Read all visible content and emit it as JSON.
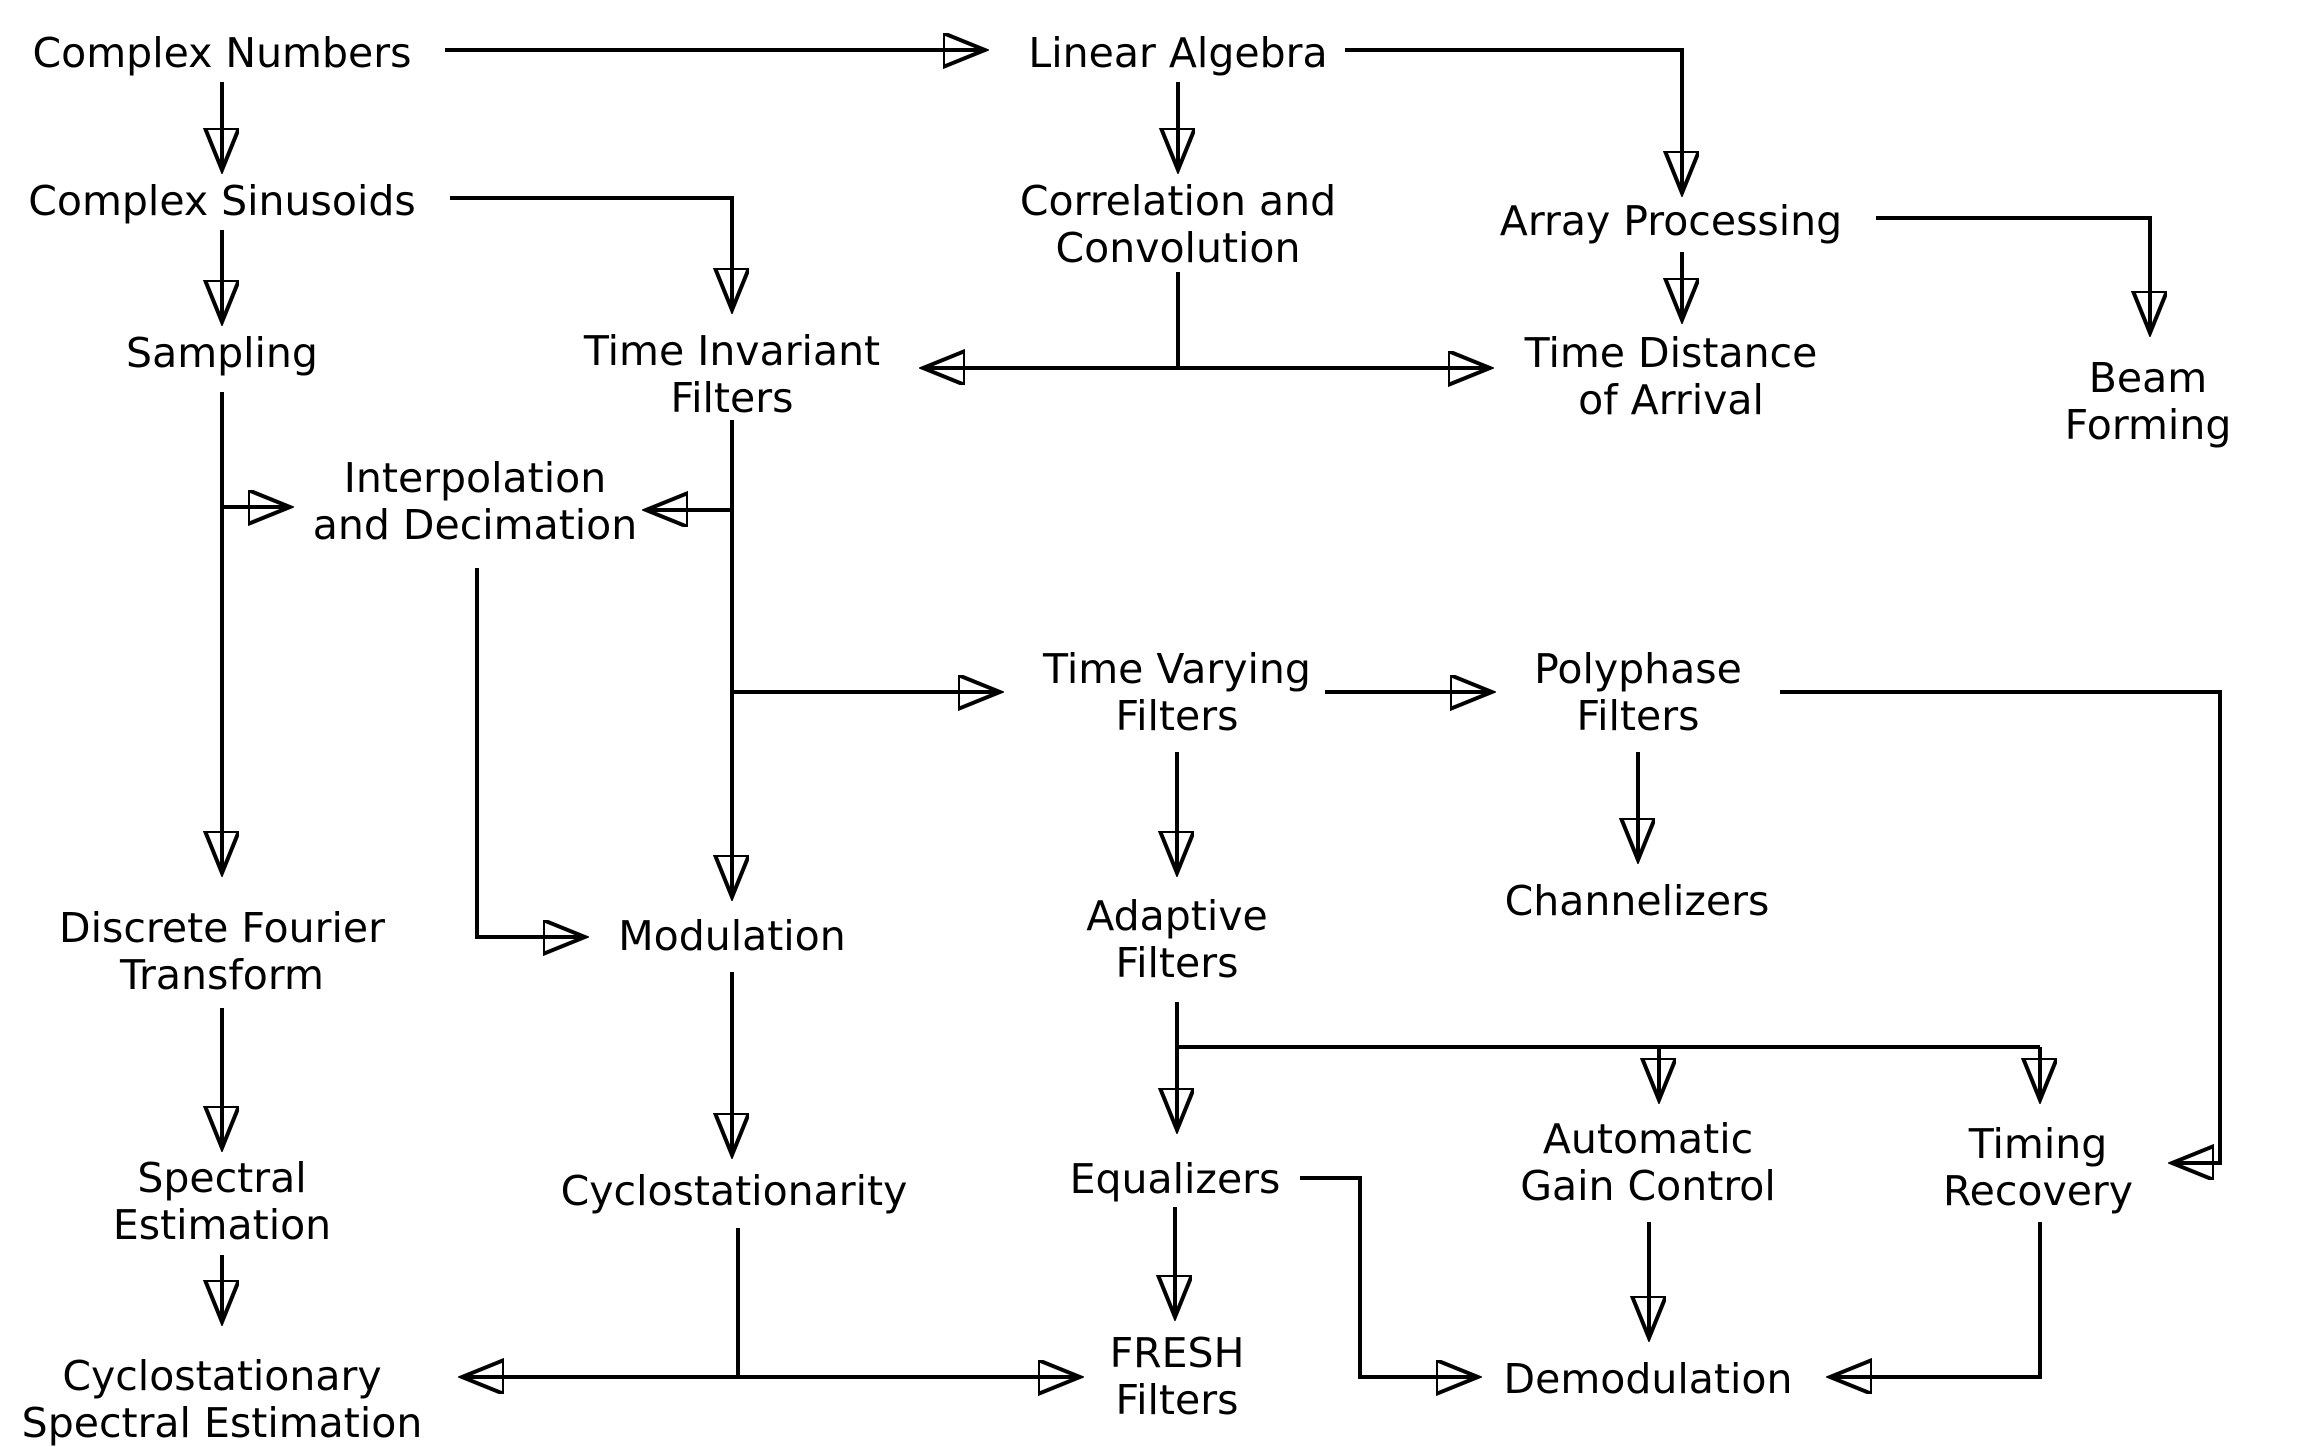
{
  "diagram": {
    "title": "Signal processing topic dependency flowchart",
    "background_color": "#ffffff",
    "line_color": "#000000",
    "text_color": "#000000"
  },
  "nodes": [
    {
      "id": "complex-numbers",
      "label": "Complex Numbers"
    },
    {
      "id": "linear-algebra",
      "label": "Linear Algebra"
    },
    {
      "id": "complex-sinusoids",
      "label": "Complex Sinusoids"
    },
    {
      "id": "correlation-and-convolution",
      "label": "Correlation and\nConvolution"
    },
    {
      "id": "array-processing",
      "label": "Array Processing"
    },
    {
      "id": "sampling",
      "label": "Sampling"
    },
    {
      "id": "time-invariant-filters",
      "label": "Time Invariant\nFilters"
    },
    {
      "id": "time-distance-of-arrival",
      "label": "Time Distance\nof Arrival"
    },
    {
      "id": "beam-forming",
      "label": "Beam Forming"
    },
    {
      "id": "interpolation-and-decimation",
      "label": "Interpolation\nand Decimation"
    },
    {
      "id": "time-varying-filters",
      "label": "Time Varying\nFilters"
    },
    {
      "id": "polyphase-filters",
      "label": "Polyphase\nFilters"
    },
    {
      "id": "channelizers",
      "label": "Channelizers"
    },
    {
      "id": "discrete-fourier-transform",
      "label": "Discrete Fourier\nTransform"
    },
    {
      "id": "modulation",
      "label": "Modulation"
    },
    {
      "id": "adaptive-filters",
      "label": "Adaptive\nFilters"
    },
    {
      "id": "spectral-estimation",
      "label": "Spectral\nEstimation"
    },
    {
      "id": "cyclostationarity",
      "label": "Cyclostationarity"
    },
    {
      "id": "equalizers",
      "label": "Equalizers"
    },
    {
      "id": "automatic-gain-control",
      "label": "Automatic\nGain Control"
    },
    {
      "id": "timing-recovery",
      "label": "Timing\nRecovery"
    },
    {
      "id": "cyclostationary-spectral-estimation",
      "label": "Cyclostationary\nSpectral Estimation"
    },
    {
      "id": "fresh-filters",
      "label": "FRESH\nFilters"
    },
    {
      "id": "demodulation",
      "label": "Demodulation"
    }
  ],
  "edges": [
    {
      "from": "complex-numbers",
      "to": "complex-sinusoids"
    },
    {
      "from": "complex-numbers",
      "to": "linear-algebra"
    },
    {
      "from": "complex-sinusoids",
      "to": "sampling"
    },
    {
      "from": "complex-sinusoids",
      "to": "time-invariant-filters"
    },
    {
      "from": "linear-algebra",
      "to": "correlation-and-convolution"
    },
    {
      "from": "linear-algebra",
      "to": "array-processing"
    },
    {
      "from": "correlation-and-convolution",
      "to": "time-invariant-filters"
    },
    {
      "from": "correlation-and-convolution",
      "to": "time-distance-of-arrival"
    },
    {
      "from": "array-processing",
      "to": "time-distance-of-arrival"
    },
    {
      "from": "array-processing",
      "to": "beam-forming"
    },
    {
      "from": "sampling",
      "to": "interpolation-and-decimation"
    },
    {
      "from": "sampling",
      "to": "discrete-fourier-transform"
    },
    {
      "from": "time-invariant-filters",
      "to": "interpolation-and-decimation"
    },
    {
      "from": "time-invariant-filters",
      "to": "time-varying-filters"
    },
    {
      "from": "time-invariant-filters",
      "to": "modulation"
    },
    {
      "from": "interpolation-and-decimation",
      "to": "modulation"
    },
    {
      "from": "time-varying-filters",
      "to": "polyphase-filters"
    },
    {
      "from": "time-varying-filters",
      "to": "adaptive-filters"
    },
    {
      "from": "polyphase-filters",
      "to": "channelizers"
    },
    {
      "from": "polyphase-filters",
      "to": "timing-recovery"
    },
    {
      "from": "modulation",
      "to": "cyclostationarity"
    },
    {
      "from": "discrete-fourier-transform",
      "to": "spectral-estimation"
    },
    {
      "from": "spectral-estimation",
      "to": "cyclostationary-spectral-estimation"
    },
    {
      "from": "adaptive-filters",
      "to": "equalizers"
    },
    {
      "from": "adaptive-filters",
      "to": "automatic-gain-control"
    },
    {
      "from": "adaptive-filters",
      "to": "timing-recovery"
    },
    {
      "from": "equalizers",
      "to": "fresh-filters"
    },
    {
      "from": "equalizers",
      "to": "demodulation"
    },
    {
      "from": "automatic-gain-control",
      "to": "demodulation"
    },
    {
      "from": "timing-recovery",
      "to": "demodulation"
    },
    {
      "from": "cyclostationarity",
      "to": "cyclostationary-spectral-estimation"
    },
    {
      "from": "cyclostationarity",
      "to": "fresh-filters"
    }
  ]
}
